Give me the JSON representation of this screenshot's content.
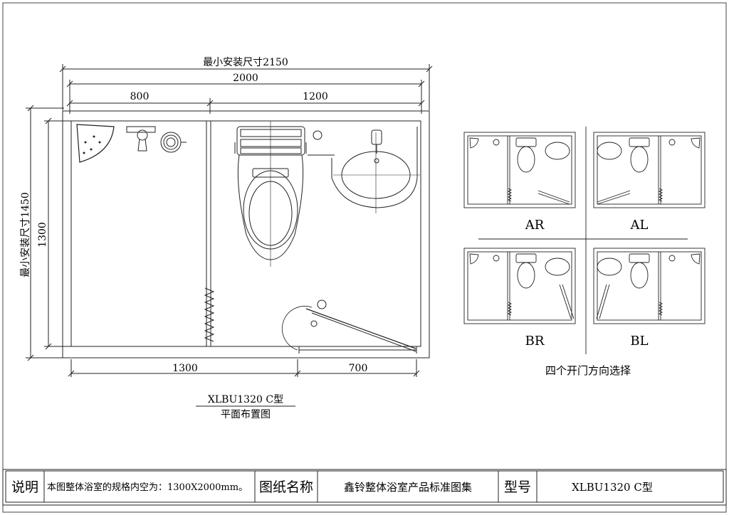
{
  "plan": {
    "dim_min_install_width": "最小安装尺寸2150",
    "dim_total_width": "2000",
    "dim_left_section": "800",
    "dim_right_section": "1200",
    "dim_min_install_height": "最小安装尺寸1450",
    "dim_height": "1300",
    "dim_bottom_left": "1300",
    "dim_bottom_right": "700",
    "model_label": "XLBU1320 C型",
    "plan_caption": "平面布置图"
  },
  "door_options": {
    "labels": [
      "AR",
      "AL",
      "BR",
      "BL"
    ],
    "caption": "四个开门方向选择"
  },
  "title_block": {
    "note_label": "说明",
    "note_text": "本图整体浴室的规格内空为：1300X2000mm。",
    "drawing_name_label": "图纸名称",
    "drawing_name": "鑫铃整体浴室产品标准图集",
    "model_no_label": "型号",
    "model_no": "XLBU1320 C型"
  }
}
